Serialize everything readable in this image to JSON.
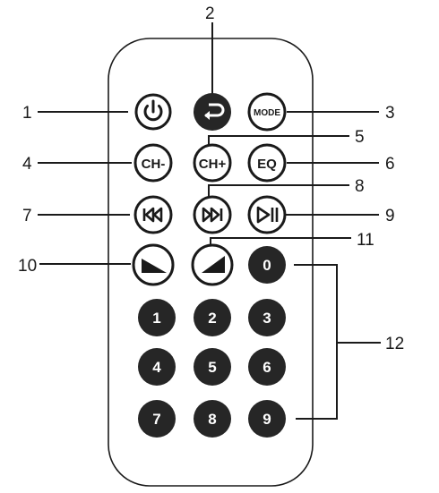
{
  "callouts": {
    "c1": "1",
    "c2": "2",
    "c3": "3",
    "c4": "4",
    "c5": "5",
    "c6": "6",
    "c7": "7",
    "c8": "8",
    "c9": "9",
    "c10": "10",
    "c11": "11",
    "c12": "12"
  },
  "buttons": {
    "power": {
      "icon": "power-icon"
    },
    "back": {
      "icon": "return-arrow-icon"
    },
    "mode": {
      "label": "MODE"
    },
    "ch_minus": {
      "label": "CH-"
    },
    "ch_plus": {
      "label": "CH+"
    },
    "eq": {
      "label": "EQ"
    },
    "prev": {
      "icon": "previous-track-icon"
    },
    "next": {
      "icon": "next-track-icon"
    },
    "play_pause": {
      "icon": "play-pause-icon"
    },
    "vol_down": {
      "icon": "volume-down-icon"
    },
    "vol_up": {
      "icon": "volume-up-icon"
    }
  },
  "number_keys": [
    "0",
    "1",
    "2",
    "3",
    "4",
    "5",
    "6",
    "7",
    "8",
    "9"
  ],
  "colors": {
    "outline": "#1a1a1a",
    "key_fill": "#262626",
    "background": "#ffffff"
  }
}
